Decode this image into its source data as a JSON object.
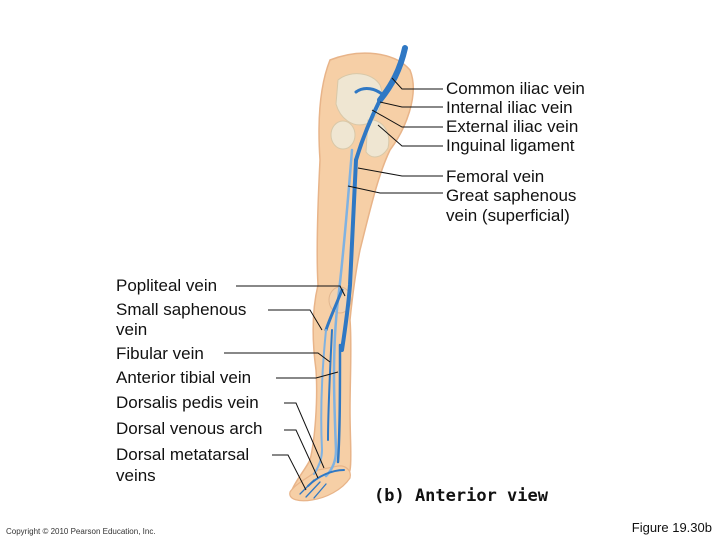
{
  "labels_right": {
    "common_iliac": "Common iliac vein",
    "internal_iliac": "Internal iliac vein",
    "external_iliac": "External iliac vein",
    "inguinal": "Inguinal ligament",
    "femoral": "Femoral vein",
    "great_saphenous_1": "Great saphenous",
    "great_saphenous_2": "vein (superficial)"
  },
  "labels_left": {
    "popliteal": "Popliteal vein",
    "small_saphenous_1": "Small saphenous",
    "small_saphenous_2": "vein",
    "fibular": "Fibular vein",
    "anterior_tibial": "Anterior tibial vein",
    "dorsalis_pedis": "Dorsalis pedis vein",
    "dorsal_venous_arch": "Dorsal venous arch",
    "dorsal_metatarsal_1": "Dorsal metatarsal",
    "dorsal_metatarsal_2": "veins"
  },
  "caption": "(b) Anterior view",
  "copyright": "Copyright © 2010 Pearson Education, Inc.",
  "figure_number": "Figure 19.30b",
  "colors": {
    "skin": "#f6cfa6",
    "skin_shadow": "#e8b489",
    "bone": "#efe6d2",
    "vein": "#2f78c4",
    "vein_light": "#7fb2e2",
    "leader": "#111111"
  }
}
